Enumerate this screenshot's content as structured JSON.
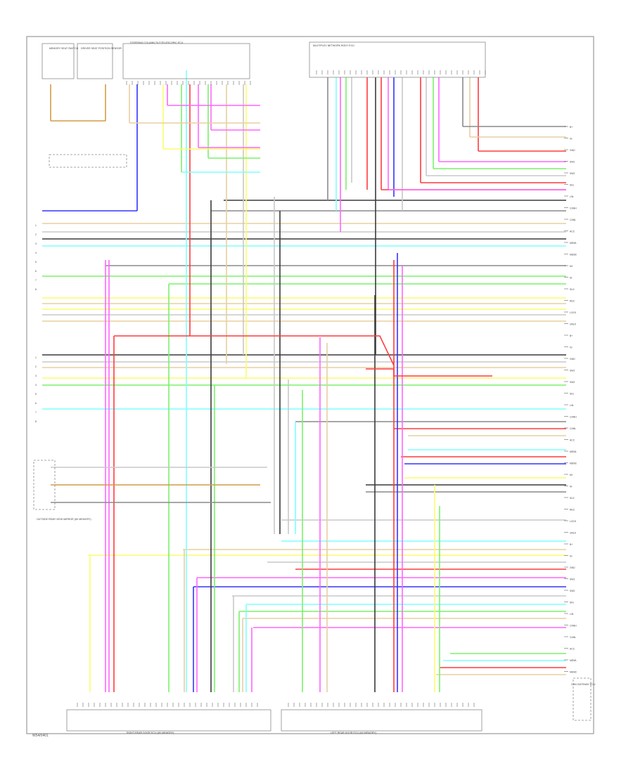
{
  "diagram": {
    "corner_code": "W54/0401",
    "top_labels": [
      "MEMORY SEAT SWITCH",
      "DRIVER SEAT POSITION SENSOR",
      "STEERING COLUMN TILT/TELESCOPIC ECU",
      "MULTIPLEX NETWORK BODY ECU"
    ],
    "bottom_labels": [
      "RIGHT REAR DOOR ECU (W/ MEMORY)",
      "LEFT REAR DOOR ECU (W/ MEMORY)"
    ],
    "right_label": "CAN GATEWAY ECU",
    "left_label": "OUTSIDE REAR VIEW MIRROR (W/ MEMORY)",
    "colors": {
      "red": "#ff3c3c",
      "pink": "#ff66ff",
      "blue": "#3434ff",
      "green": "#7bf06b",
      "cyan": "#7fffff",
      "yellow": "#fcfc6e",
      "orange": "#d29c46",
      "tan": "#e8cfa1",
      "gray": "#8a8a8a",
      "dark": "#3a3a3a",
      "light_gray": "#c8c8c8"
    }
  }
}
